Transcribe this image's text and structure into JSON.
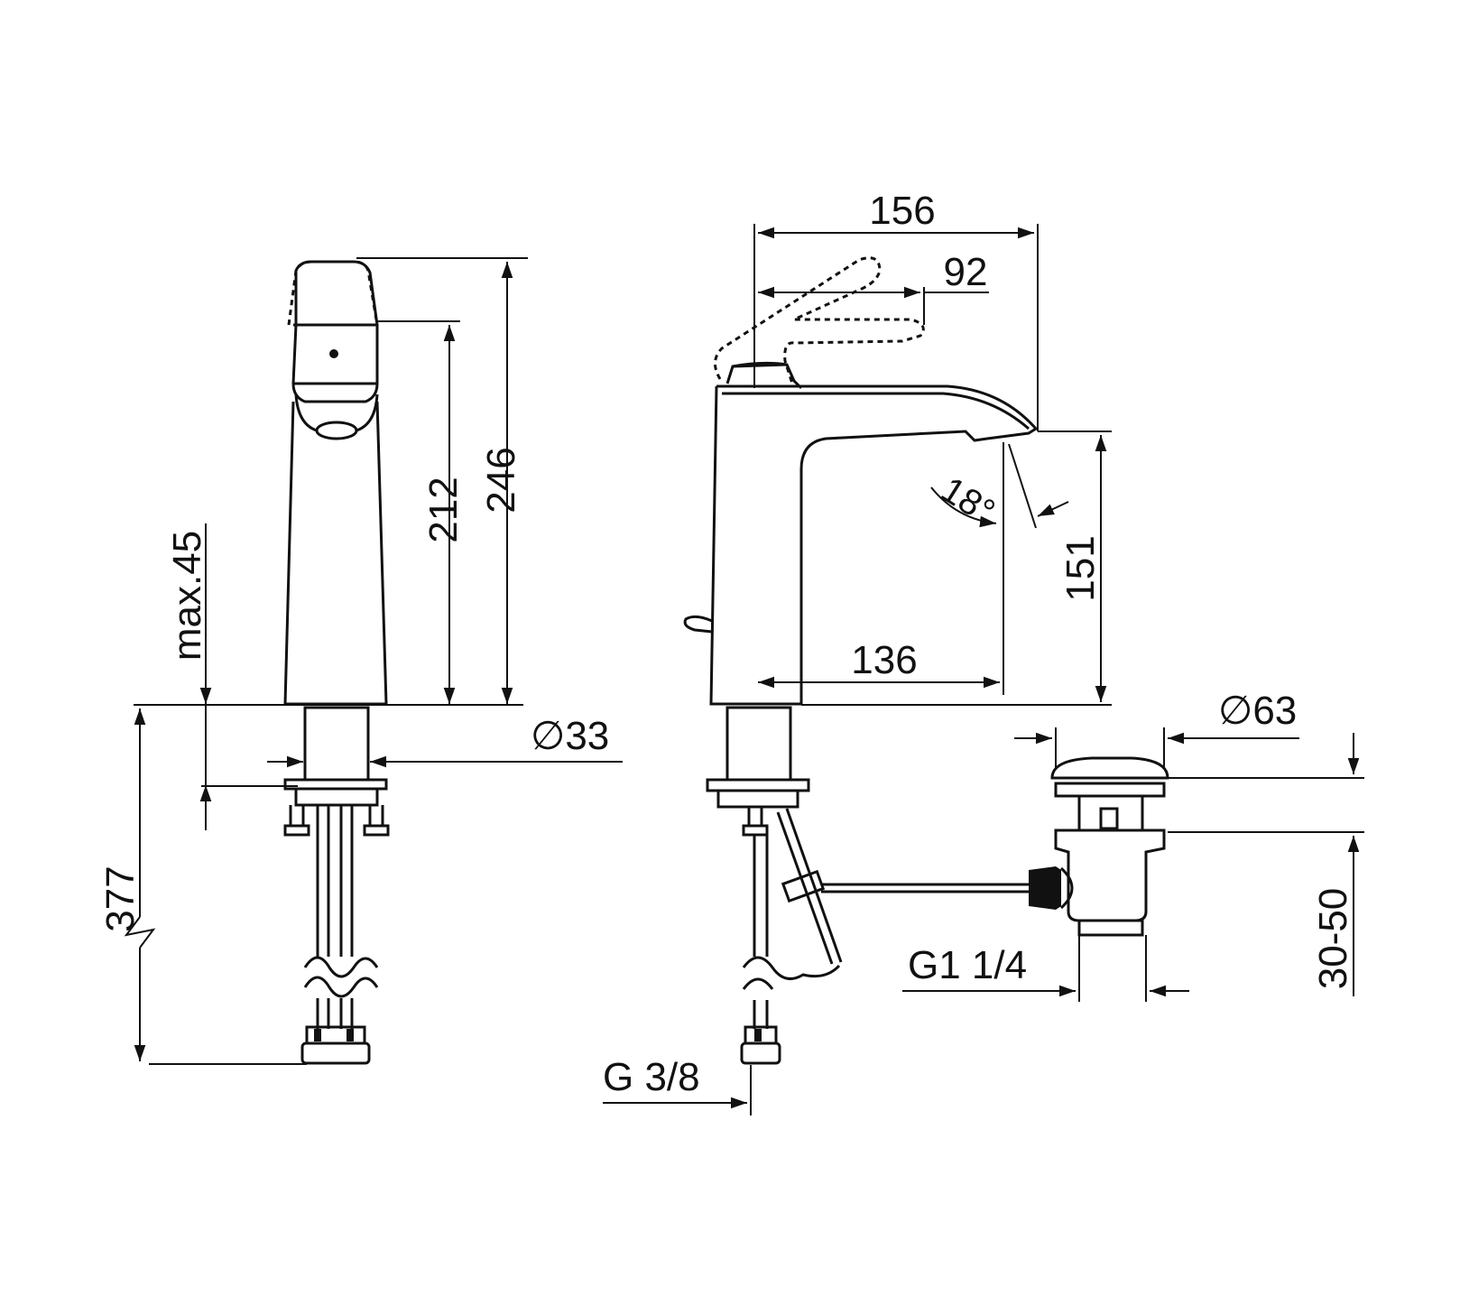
{
  "dimensions": {
    "total_height": "246",
    "spout_height": "212",
    "max_deck_thickness": "max.45",
    "hose_length": "377",
    "base_diameter": "∅33",
    "total_depth": "156",
    "lever_depth": "92",
    "spout_angle": "18°",
    "spout_clearance": "151",
    "spout_reach": "136",
    "waste_diameter": "∅63",
    "waste_adjust": "30-50",
    "waste_thread": "G1 1/4",
    "hose_thread": "G 3/8"
  },
  "colors": {
    "line": "#111111",
    "background": "#ffffff"
  }
}
